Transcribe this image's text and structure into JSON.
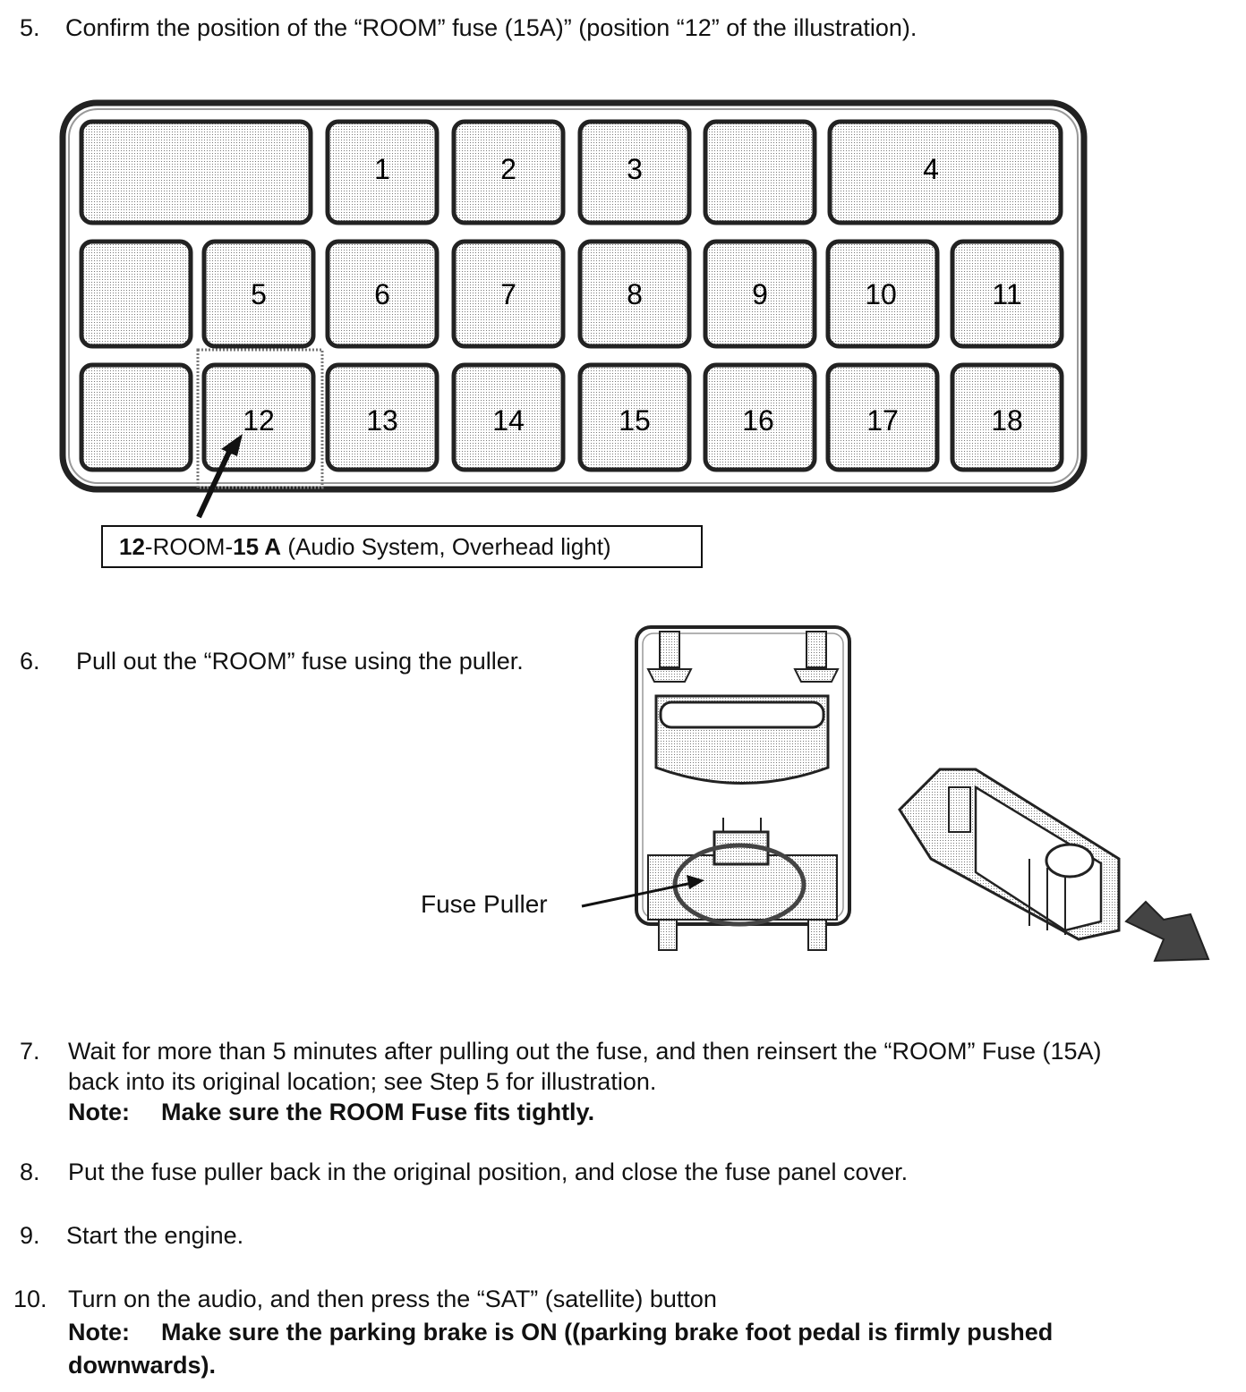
{
  "step5": {
    "num": "5.",
    "text": "Confirm the position of the “ROOM” fuse (15A)” (position “12” of the illustration)."
  },
  "fuse_box": {
    "row1": [
      "",
      "1",
      "2",
      "3",
      "",
      "4"
    ],
    "row2": [
      "",
      "5",
      "6",
      "7",
      "8",
      "9",
      "10",
      "11"
    ],
    "row3": [
      "",
      "12",
      "13",
      "14",
      "15",
      "16",
      "17",
      "18"
    ],
    "highlighted": "12"
  },
  "callout": {
    "pos": "12",
    "sep1": "-ROOM-",
    "amp": "15 A",
    "desc": " (Audio System, Overhead light)"
  },
  "step6": {
    "num": "6.",
    "text": "Pull out the “ROOM” fuse using the puller."
  },
  "fuse_puller_label": "Fuse Puller",
  "step7": {
    "num": "7.",
    "line1": "Wait for more than 5 minutes after pulling out the fuse, and then reinsert the “ROOM” Fuse (15A)",
    "line2": "back into its original location; see Step 5 for illustration.",
    "note_label": "Note:",
    "note_text": "Make sure the ROOM Fuse fits tightly."
  },
  "step8": {
    "num": "8.",
    "text": "Put the fuse puller back in the original position, and close the fuse panel cover."
  },
  "step9": {
    "num": "9.",
    "text": "Start the engine."
  },
  "step10": {
    "num": "10.",
    "line1": "Turn on the audio, and then press the “SAT” (satellite) button",
    "note_label": "Note:",
    "note_line1": "Make sure the parking brake is ON ((parking brake foot pedal is firmly pushed",
    "note_line2": "downwards)."
  }
}
